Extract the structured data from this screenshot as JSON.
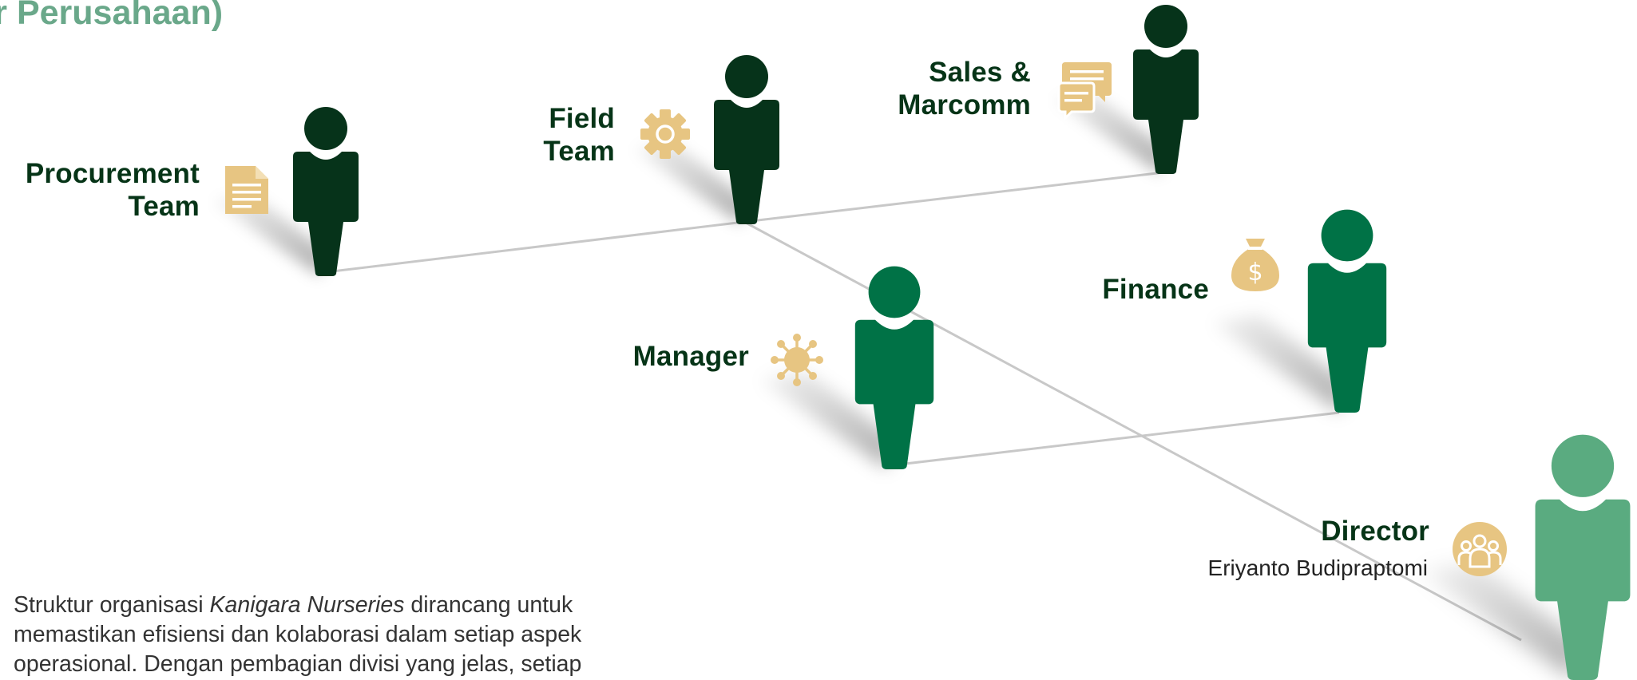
{
  "title": "ur Perusahaan)",
  "colors": {
    "dark_green": "#06331a",
    "mid_green": "#007246",
    "light_green": "#5aab80",
    "gold": "#e7c582",
    "line_gray": "#c8c8c8",
    "title_green": "#6aa88a"
  },
  "roles": {
    "procurement": {
      "label": "Procurement\nTeam",
      "icon": "document-icon"
    },
    "field": {
      "label": "Field\nTeam",
      "icon": "gear-icon"
    },
    "sales": {
      "label": "Sales &\nMarcomm",
      "icon": "chat-icon"
    },
    "manager": {
      "label": "Manager",
      "icon": "virus-icon"
    },
    "finance": {
      "label": "Finance",
      "icon": "money-bag-icon"
    },
    "director": {
      "label": "Director",
      "name": "Eriyanto Budipraptomi",
      "icon": "group-icon"
    }
  },
  "description": {
    "part1": "Struktur organisasi ",
    "company": "Kanigara Nurseries",
    "part2": " dirancang untuk memastikan efisiensi dan kolaborasi dalam setiap aspek operasional. Dengan pembagian divisi yang jelas, setiap"
  }
}
